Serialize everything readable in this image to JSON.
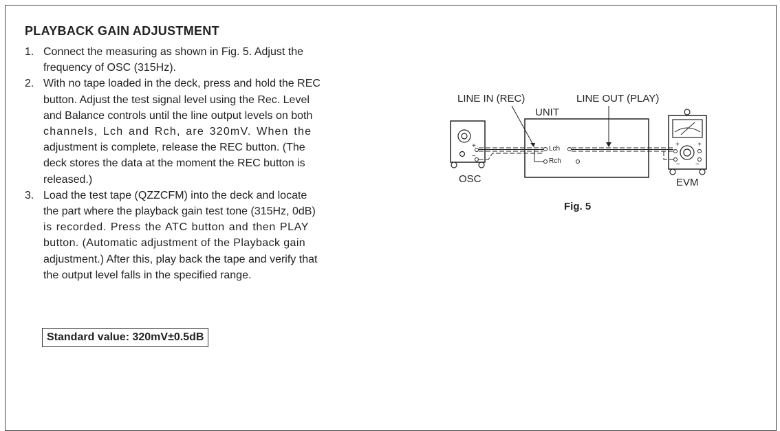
{
  "section": {
    "title": "PLAYBACK GAIN ADJUSTMENT"
  },
  "steps": [
    {
      "number": "1.",
      "lines": [
        "Connect the measuring as shown in Fig. 5.  Adjust the",
        "frequency of OSC (315Hz)."
      ]
    },
    {
      "number": "2.",
      "lines": [
        "With no tape loaded in the deck, press and hold the REC",
        "button.  Adjust the test signal level using the Rec. Level",
        "and Balance controls until the line output levels on both",
        "channels, Lch and Rch, are 320mV.  When the",
        "adjustment is complete, release the REC button. (The",
        "deck stores the data at the moment the REC button is",
        "released.)"
      ]
    },
    {
      "number": "3.",
      "lines": [
        "Load the test tape (QZZCFM) into the deck and locate",
        "the part where the playback gain test tone (315Hz, 0dB)",
        "is recorded.  Press the ATC button and then PLAY",
        "button. (Automatic adjustment of the Playback gain",
        "adjustment.)  After this, play back the tape and verify that",
        "the output level falls in the specified range."
      ]
    }
  ],
  "standard_value": "Standard value: 320mV±0.5dB",
  "figure": {
    "line_in_label": "LINE IN (REC)",
    "line_out_label": "LINE OUT (PLAY)",
    "unit_label": "UNIT",
    "osc_label": "OSC",
    "evm_label": "EVM",
    "lch_label": "Lch",
    "rch_label": "Rch",
    "plus_sign": "+",
    "minus_sign": "−",
    "caption": "Fig. 5"
  }
}
